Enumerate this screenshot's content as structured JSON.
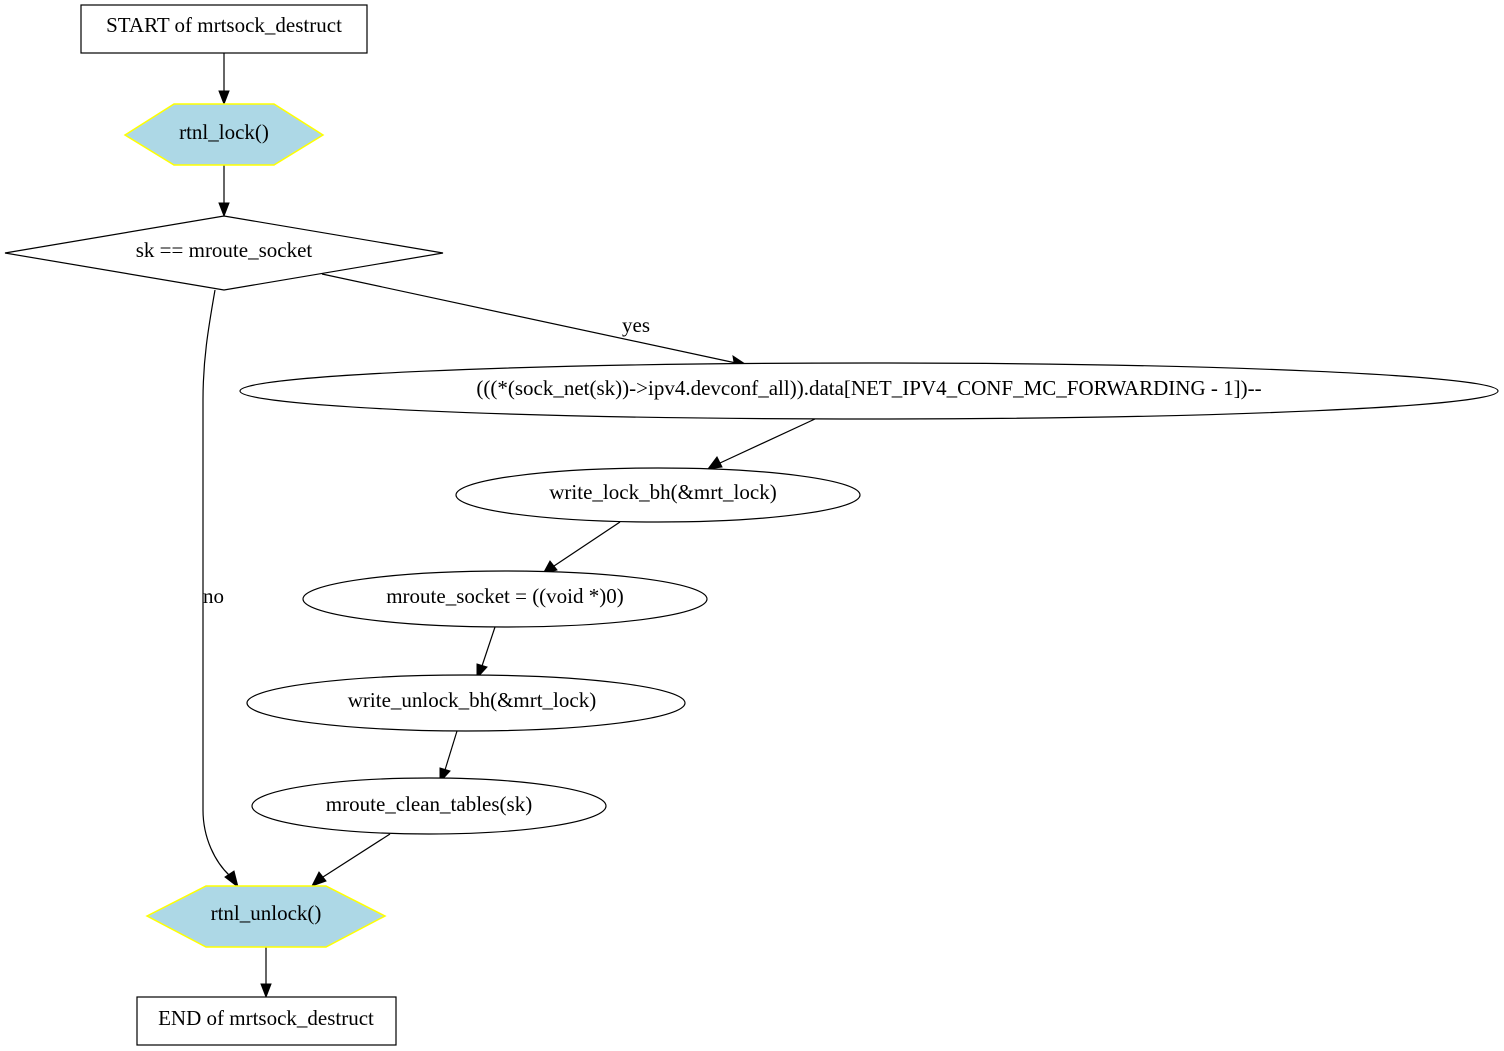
{
  "nodes": {
    "start": "START of mrtsock_destruct",
    "rtnl_lock": "rtnl_lock()",
    "decision": "sk == mroute_socket",
    "devconf": "(((*(sock_net(sk))->ipv4.devconf_all)).data[NET_IPV4_CONF_MC_FORWARDING - 1])--",
    "write_lock": "write_lock_bh(&mrt_lock)",
    "mroute_assign": "mroute_socket = ((void *)0)",
    "write_unlock": "write_unlock_bh(&mrt_lock)",
    "clean_tables": "mroute_clean_tables(sk)",
    "rtnl_unlock": "rtnl_unlock()",
    "end": "END of mrtsock_destruct"
  },
  "edges": {
    "yes_label": "yes",
    "no_label": "no"
  },
  "colors": {
    "lock_fill": "#add8e6",
    "lock_stroke": "#ffff00"
  }
}
